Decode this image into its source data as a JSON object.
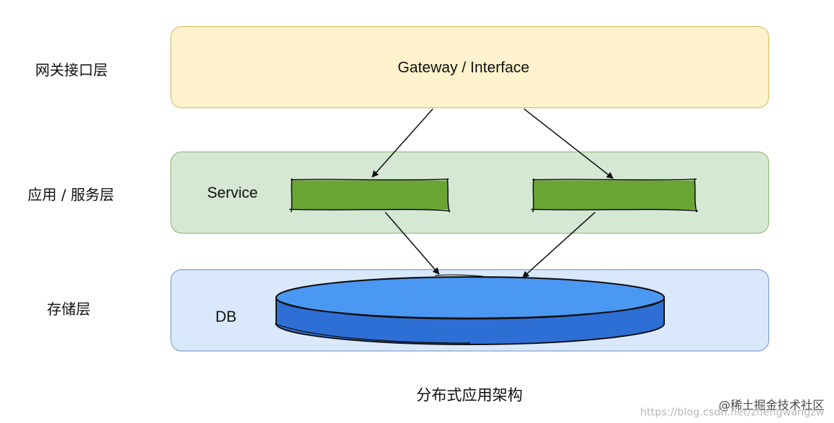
{
  "layers": {
    "gateway": {
      "side_label": "网关接口层",
      "box_text": "Gateway / Interface"
    },
    "service": {
      "side_label": "应用 / 服务层",
      "box_text": "Service"
    },
    "storage": {
      "side_label": "存储层",
      "box_text": "DB"
    }
  },
  "caption": "分布式应用架构",
  "watermark": {
    "brand": "@稀土掘金技术社区",
    "url": "https://blog.csdn.net/zhengwangzw"
  },
  "colors": {
    "gateway_fill": "#fff2cc",
    "gateway_border": "#d6b656",
    "service_fill": "#d5e8d4",
    "service_border": "#82b366",
    "service_node": "#6aa534",
    "storage_fill": "#dae8fc",
    "storage_border": "#6c8ebf",
    "db_fill": "#4a98f2"
  }
}
